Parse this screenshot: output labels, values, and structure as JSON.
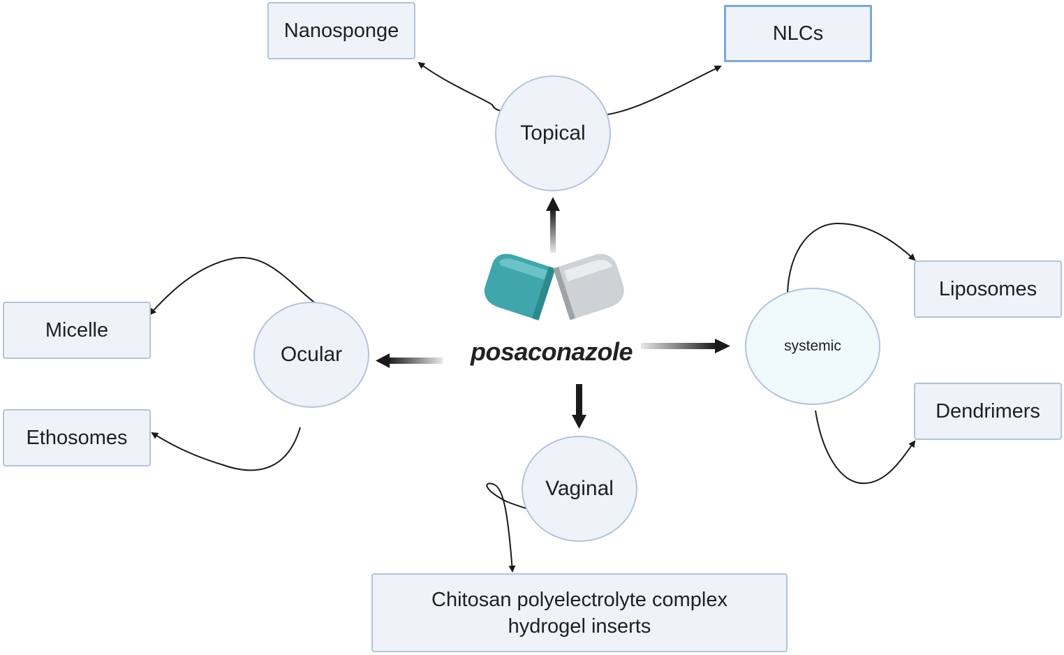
{
  "drug": {
    "name": "posaconazole",
    "icon": "capsule-icon"
  },
  "routes": {
    "topical": "Topical",
    "ocular": "Ocular",
    "vaginal": "Vaginal",
    "systemic": "systemic"
  },
  "formulations": {
    "nanosponge": "Nanosponge",
    "nlcs": "NLCs",
    "micelle": "Micelle",
    "ethosomes": "Ethosomes",
    "liposomes": "Liposomes",
    "dendrimers": "Dendrimers",
    "chitosan_line1": "Chitosan polyelectrolyte complex",
    "chitosan_line2": "hydrogel inserts"
  },
  "colors": {
    "node_fill": "#eef3fa",
    "node_border": "#b3c3d9",
    "accent_border": "#7ea6d4",
    "capsule_teal": "#3fa7ac",
    "capsule_grey": "#cfd2d4",
    "arrow": "#1a1a1a"
  }
}
